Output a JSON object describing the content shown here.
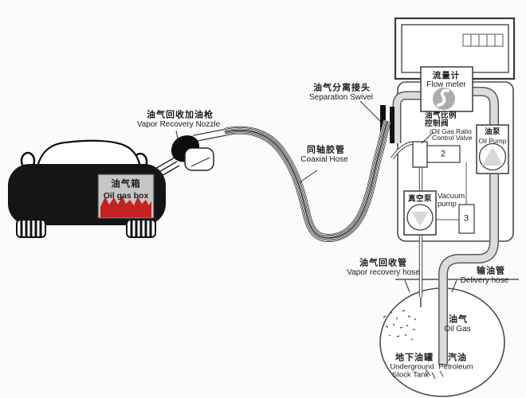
{
  "title": "Gas station vapor recovery system diagram",
  "car": {
    "oil_gas_box": {
      "zh": "油气箱",
      "en": "Oil gas box"
    }
  },
  "nozzle": {
    "zh": "油气回收加油枪",
    "en": "Vapor Recovery Nozzle"
  },
  "coaxial_hose": {
    "zh": "同轴胶管",
    "en": "Coaxial Hose"
  },
  "separation_swivel": {
    "zh": "油气分离接头",
    "en": "Separation Swivel"
  },
  "dispenser": {
    "flow_meter": {
      "zh": "流量计",
      "en": "Flow meter"
    },
    "control_valve": {
      "zh_line1": "油气比例",
      "zh_line2": "控制阀",
      "en_line1": "/Oil Gas Ratio",
      "en_line2": "Control Valve",
      "tag": "2"
    },
    "oil_pump": {
      "zh": "油泵",
      "en": "Oil Pump"
    },
    "vacuum_pump": {
      "zh": "真空泵",
      "en_line1": "Vacuum",
      "en_line2": "pump",
      "tag": "3"
    }
  },
  "underground": {
    "vapor_recovery_hose": {
      "zh": "油气回收管",
      "en": "Vapor recovery hose"
    },
    "delivery_hose": {
      "zh": "输油管",
      "en": "Delivery hose"
    },
    "tank": {
      "oil_gas_zh": "油气",
      "oil_gas_en": "Oil Gas",
      "name_zh": "地下油罐",
      "name_en_line1": "Underground",
      "name_en_line2": "Stock Tank",
      "petroleum_zh": "汽油",
      "petroleum_en": "Petroleum"
    }
  },
  "colors": {
    "liquid_red": "#c42222",
    "pipe_gray": "#dcdcdf",
    "body_black": "#151515",
    "meter_gray": "#ababaf"
  }
}
